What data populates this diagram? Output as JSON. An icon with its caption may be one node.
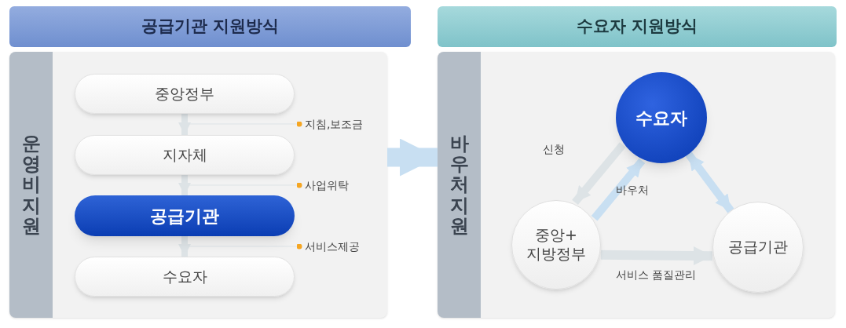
{
  "diagram": {
    "nodes": [
      {
        "text": [
          "공급기관 지원방식"
        ]
      },
      {
        "text": [
          "운영비 지원"
        ]
      },
      {
        "text": [
          "중앙정부"
        ],
        "in": 1
      },
      {
        "text": [
          "지침,보조금"
        ],
        "in": 1
      },
      {
        "text": [
          "지자체"
        ],
        "in": 1
      },
      {
        "text": [
          "사업위탁"
        ],
        "in": 1
      },
      {
        "text": [
          "공급기관"
        ],
        "in": 1
      },
      {
        "text": [
          "서비스제공"
        ],
        "in": 1
      },
      {
        "text": [
          "수요자"
        ],
        "in": 1
      },
      {
        "text": [
          "수요자 지원방식"
        ]
      },
      {
        "text": [
          "바우처 지원"
        ]
      },
      {
        "text": [
          "수요자"
        ],
        "in": 10
      },
      {
        "text": [
          "중앙+ 지방정부"
        ],
        "in": 10
      },
      {
        "text": [
          "공급기관"
        ],
        "in": 10
      }
    ],
    "edges": [
      {
        "from": 2,
        "to": 4,
        "arrow": "to"
      },
      {
        "from": 4,
        "to": 6,
        "arrow": "to"
      },
      {
        "from": 6,
        "to": 8,
        "arrow": "to"
      },
      {
        "from": 1,
        "to": 10,
        "arrow": "to",
        "style": "thick",
        "color": "#c8dff2"
      },
      {
        "from": 11,
        "to": 12,
        "arrow": "to",
        "label": "신청"
      },
      {
        "from": 12,
        "to": 11,
        "arrow": "to",
        "label": "바우처",
        "color": "#c8dff2"
      },
      {
        "from": 11,
        "to": 13,
        "arrow": "both",
        "color": "#c8dff2"
      },
      {
        "from": 12,
        "to": 13,
        "arrow": "to",
        "label": "서비스 품질관리"
      },
      {
        "from": 3,
        "to": null,
        "arrow": "other"
      },
      {
        "from": 5,
        "to": null,
        "arrow": "other"
      },
      {
        "from": 7,
        "to": null,
        "arrow": "other"
      }
    ]
  }
}
